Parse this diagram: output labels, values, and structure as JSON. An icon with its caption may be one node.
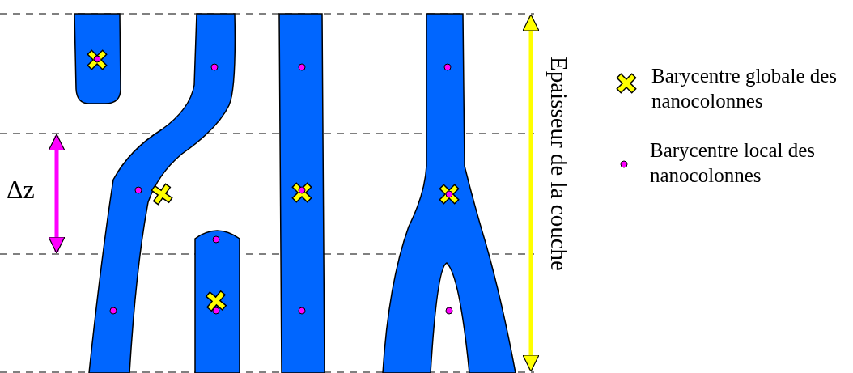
{
  "diagram": {
    "labels": [
      "Δz",
      "Epaisseur de la couche"
    ],
    "legend": [
      {
        "text": "Barycentre globale des nanocolonnes"
      },
      {
        "text": "Barycentre local des nanocolonnes"
      }
    ]
  }
}
